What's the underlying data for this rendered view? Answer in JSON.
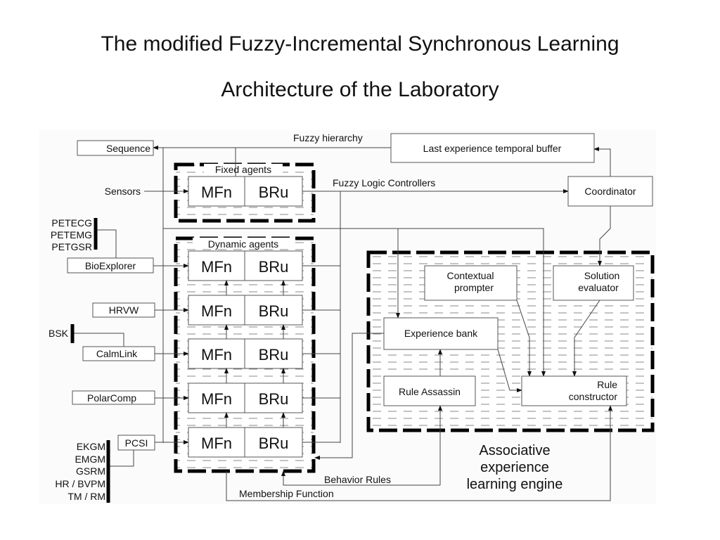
{
  "title": {
    "line1": "The modified Fuzzy-Incremental Synchronous Learning",
    "line2": "Architecture of the Laboratory"
  },
  "diagram": {
    "labels": {
      "fuzzy_hierarchy": "Fuzzy hierarchy",
      "fuzzy_logic_controllers": "Fuzzy Logic Controllers",
      "behavior_rules": "Behavior Rules",
      "membership_function": "Membership Function",
      "fixed_agents": "Fixed agents",
      "dynamic_agents": "Dynamic agents",
      "sensors": "Sensors",
      "engine_title": [
        "Associative",
        "experience",
        "learning engine"
      ]
    },
    "agent_cells": {
      "mfn": "MFn",
      "bru": "BRu"
    },
    "inputs": {
      "sequence": "Sequence",
      "bioexplorer": "BioExplorer",
      "hrvw": "HRVW",
      "calmlink": "CalmLink",
      "polarcomp": "PolarComp",
      "pcsi": "PCSI"
    },
    "sensor_groups": {
      "pet": [
        "PETECG",
        "PETEMG",
        "PETGSR"
      ],
      "bsk": "BSK",
      "pcsi": [
        "EKGM",
        "EMGM",
        "GSRM",
        "HR / BVPM",
        "TM / RM"
      ]
    },
    "modules": {
      "buffer": "Last experience temporal buffer",
      "coordinator": "Coordinator",
      "contextual_prompter": [
        "Contextual",
        "prompter"
      ],
      "solution_evaluator": [
        "Solution",
        "evaluator"
      ],
      "experience_bank": "Experience bank",
      "rule_assassin": "Rule Assassin",
      "rule_constructor": [
        "Rule",
        "constructor"
      ]
    }
  }
}
